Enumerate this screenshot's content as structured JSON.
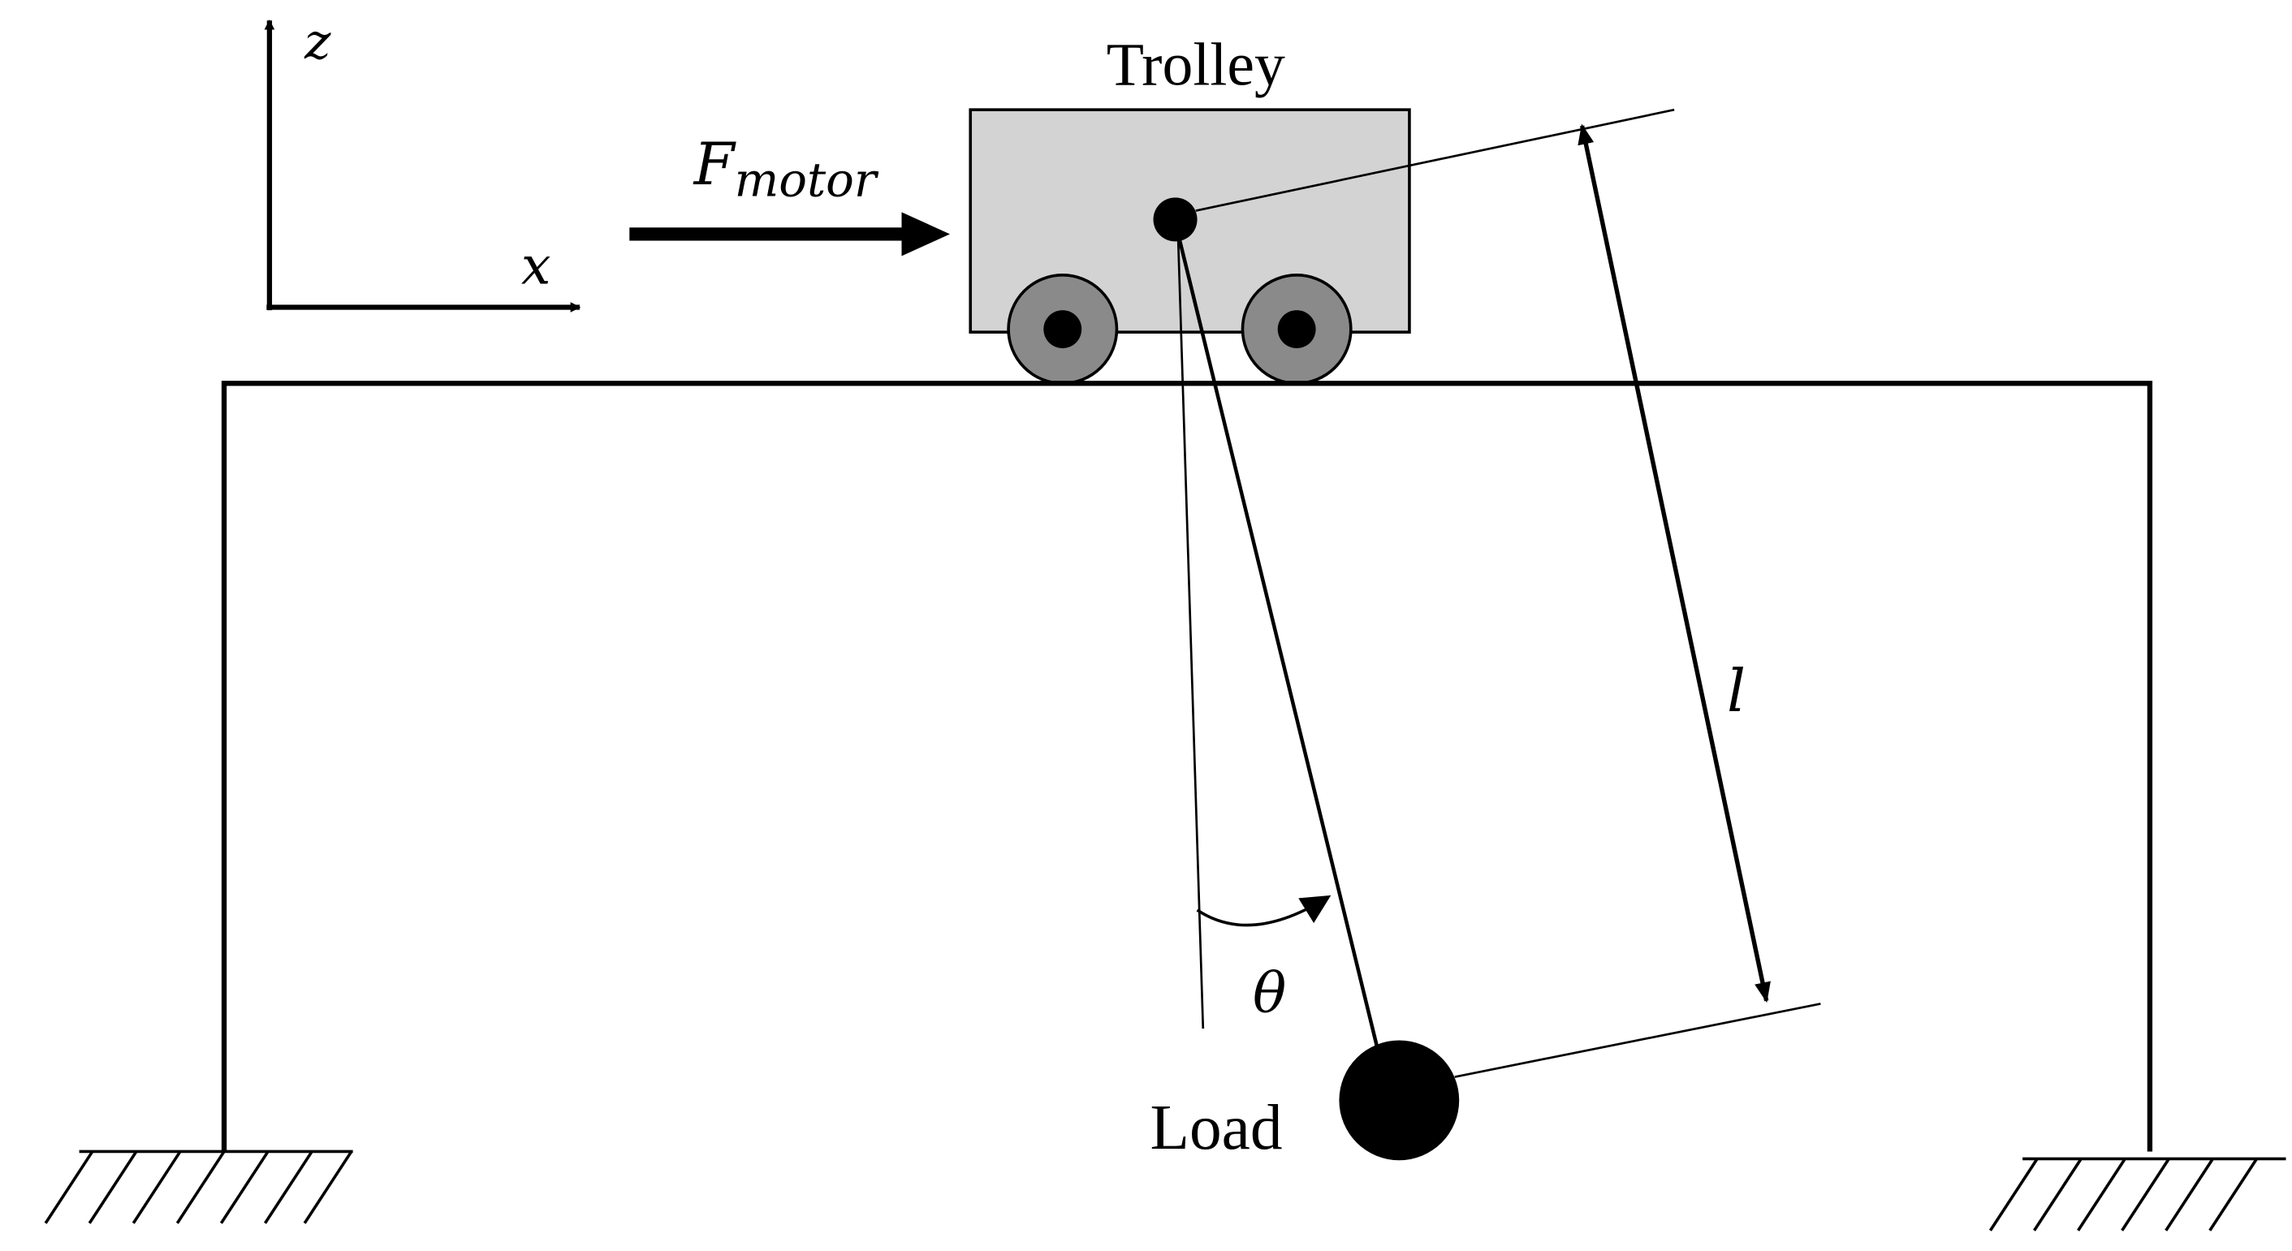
{
  "labels": {
    "z_axis": "z",
    "x_axis": "x",
    "force_symbol": "F",
    "force_subscript": "motor",
    "trolley": "Trolley",
    "length": "l",
    "angle": "θ",
    "load": "Load"
  },
  "colors": {
    "stroke": "#000000",
    "trolley_body": "#d3d3d3",
    "wheel": "#8a8a8a",
    "background": "#ffffff"
  }
}
